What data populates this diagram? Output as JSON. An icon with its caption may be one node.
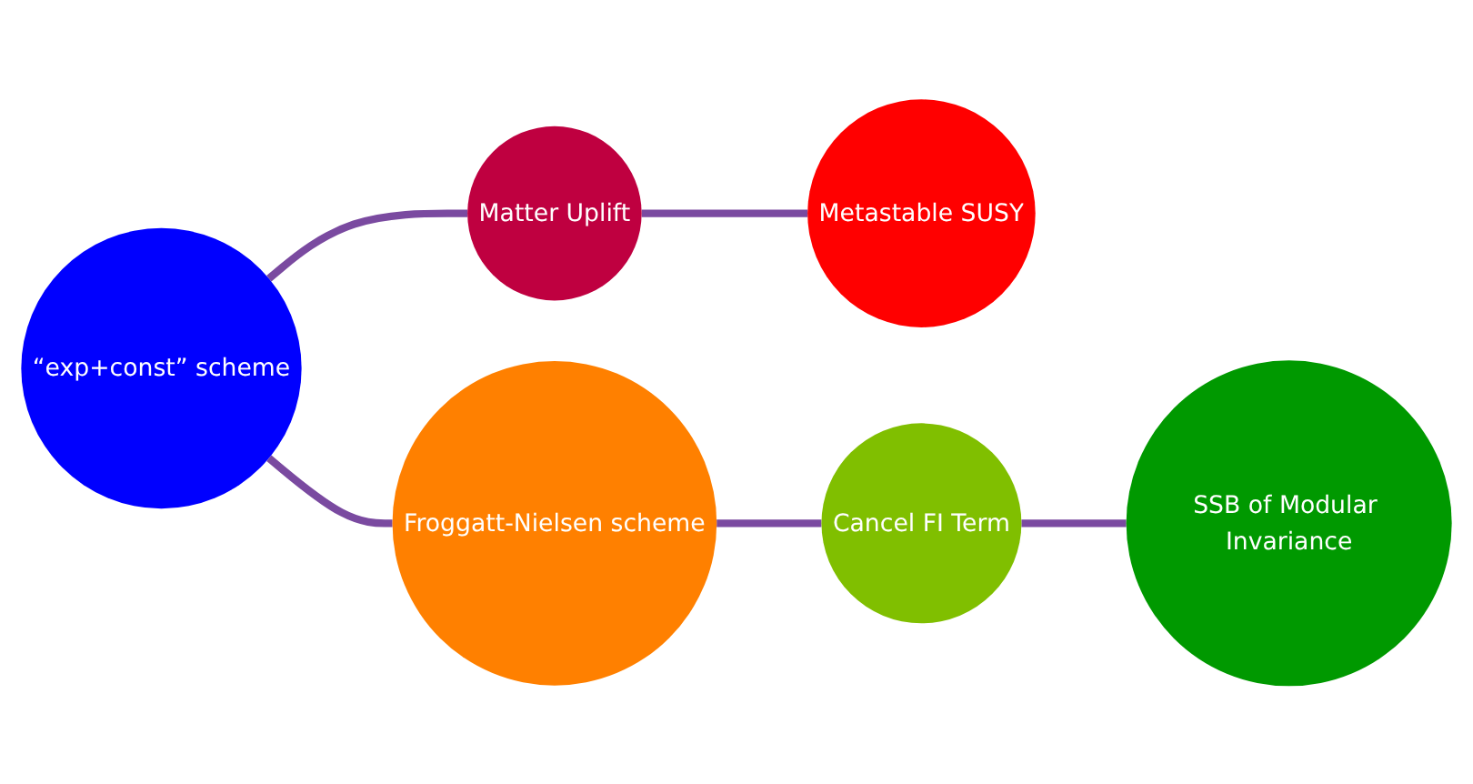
{
  "diagram": {
    "nodes": [
      {
        "text": [
          "“exp+const” scheme"
        ]
      },
      {
        "text": [
          "Matter Uplift"
        ]
      },
      {
        "text": [
          "Metastable SUSY"
        ]
      },
      {
        "text": [
          "Froggatt-Nielsen scheme"
        ]
      },
      {
        "text": [
          "SSB of Modular Invariance"
        ]
      },
      {
        "text": [
          "Cancel FI Term"
        ]
      }
    ],
    "edges": [
      {
        "from": 0,
        "to": 3,
        "arrow": "none"
      },
      {
        "from": 0,
        "to": 1,
        "arrow": "none"
      },
      {
        "from": 1,
        "to": 2,
        "arrow": "none"
      },
      {
        "from": 3,
        "to": 5,
        "arrow": "none"
      },
      {
        "from": 5,
        "to": 4,
        "arrow": "none"
      }
    ]
  }
}
